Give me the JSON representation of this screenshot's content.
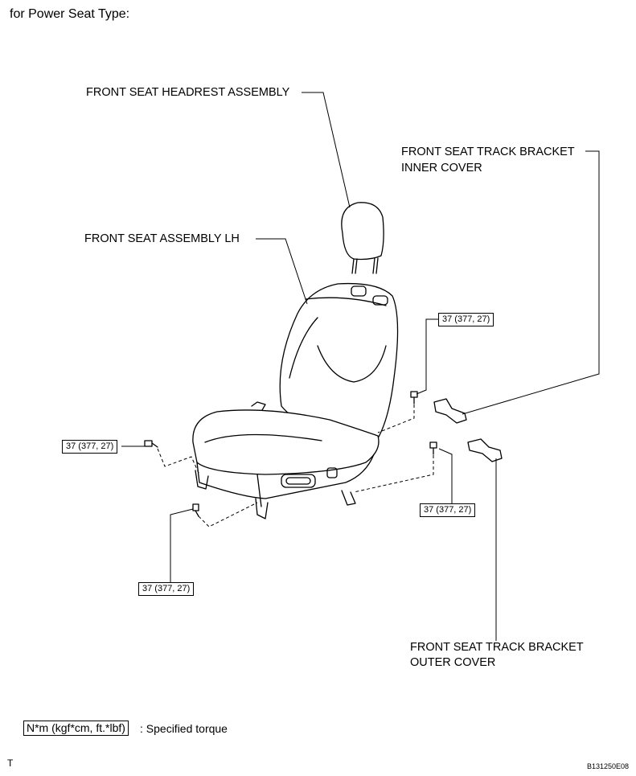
{
  "heading": "for Power Seat Type:",
  "labels": {
    "headrest": "FRONT SEAT HEADREST ASSEMBLY",
    "seat": "FRONT SEAT ASSEMBLY LH",
    "inner_cover_line1": "FRONT SEAT TRACK BRACKET",
    "inner_cover_line2": "INNER COVER",
    "outer_cover_line1": "FRONT SEAT TRACK BRACKET",
    "outer_cover_line2": "OUTER COVER"
  },
  "torque_labels": {
    "top_right": "37 (377, 27)",
    "left": "37 (377, 27)",
    "right": "37 (377, 27)",
    "bottom": "37 (377, 27)"
  },
  "legend": {
    "unit_box": "N*m (kgf*cm, ft.*lbf)",
    "description": ": Specified torque"
  },
  "footer": {
    "left_mark": "T",
    "figure_code": "B131250E08"
  }
}
